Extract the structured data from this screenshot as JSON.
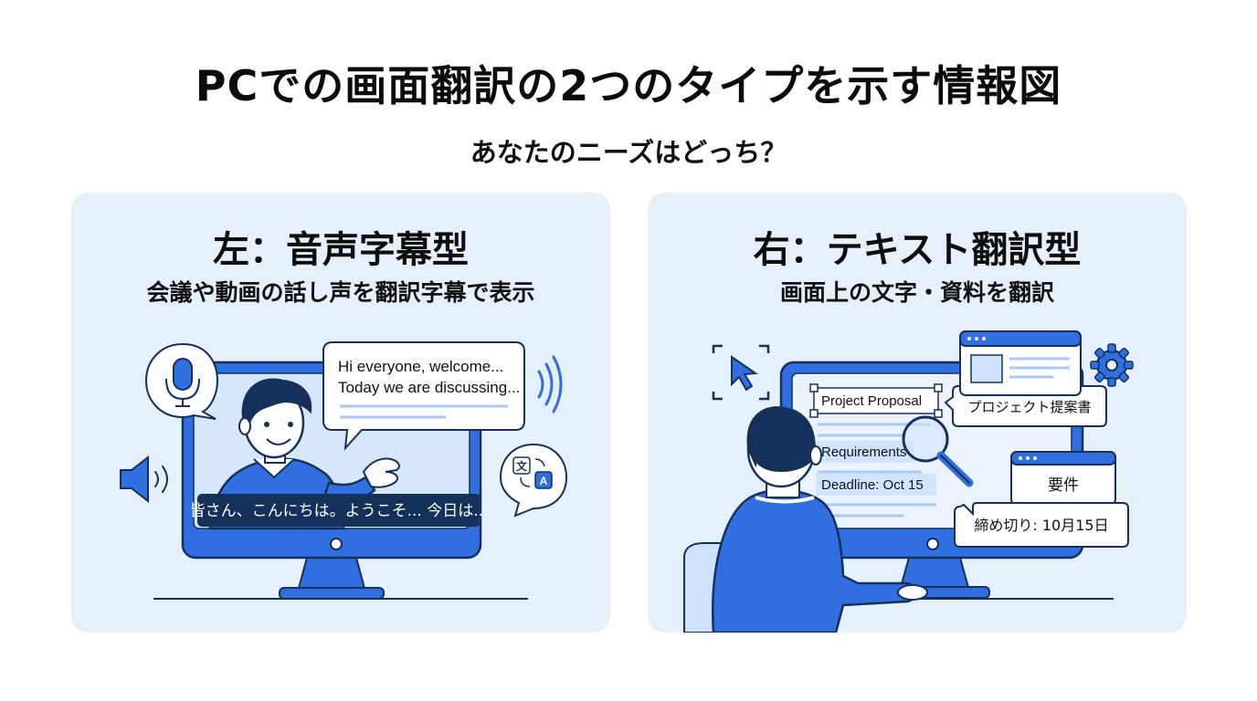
{
  "title": "PCでの画面翻訳の2つのタイプを示す情報図",
  "subtitle": "あなたのニーズはどっち？",
  "left": {
    "title": "左：音声字幕型",
    "description": "会議や動画の話し声を翻訳字幕で表示",
    "speech_bubble": {
      "line1": "Hi everyone, welcome...",
      "line2": "Today we are discussing..."
    },
    "subtitle_bar": "皆さん、こんにちは。ようこそ... 今日は...",
    "translate_glyphs": {
      "source": "文",
      "target": "A"
    }
  },
  "right": {
    "title": "右：テキスト翻訳型",
    "description": "画面上の文字・資料を翻訳",
    "doc_lines": {
      "line1": "Project Proposal",
      "line2": "Requirements",
      "line3": "Deadline: Oct 15"
    },
    "translations": {
      "t1": "プロジェクト提案書",
      "t2": "要件",
      "t3": "締め切り: 10月15日"
    }
  },
  "colors": {
    "accent": "#2f6fe0",
    "dark_navy": "#16305c",
    "panel_bg": "#e6f0fb",
    "light_blue": "#cfe2fb"
  }
}
